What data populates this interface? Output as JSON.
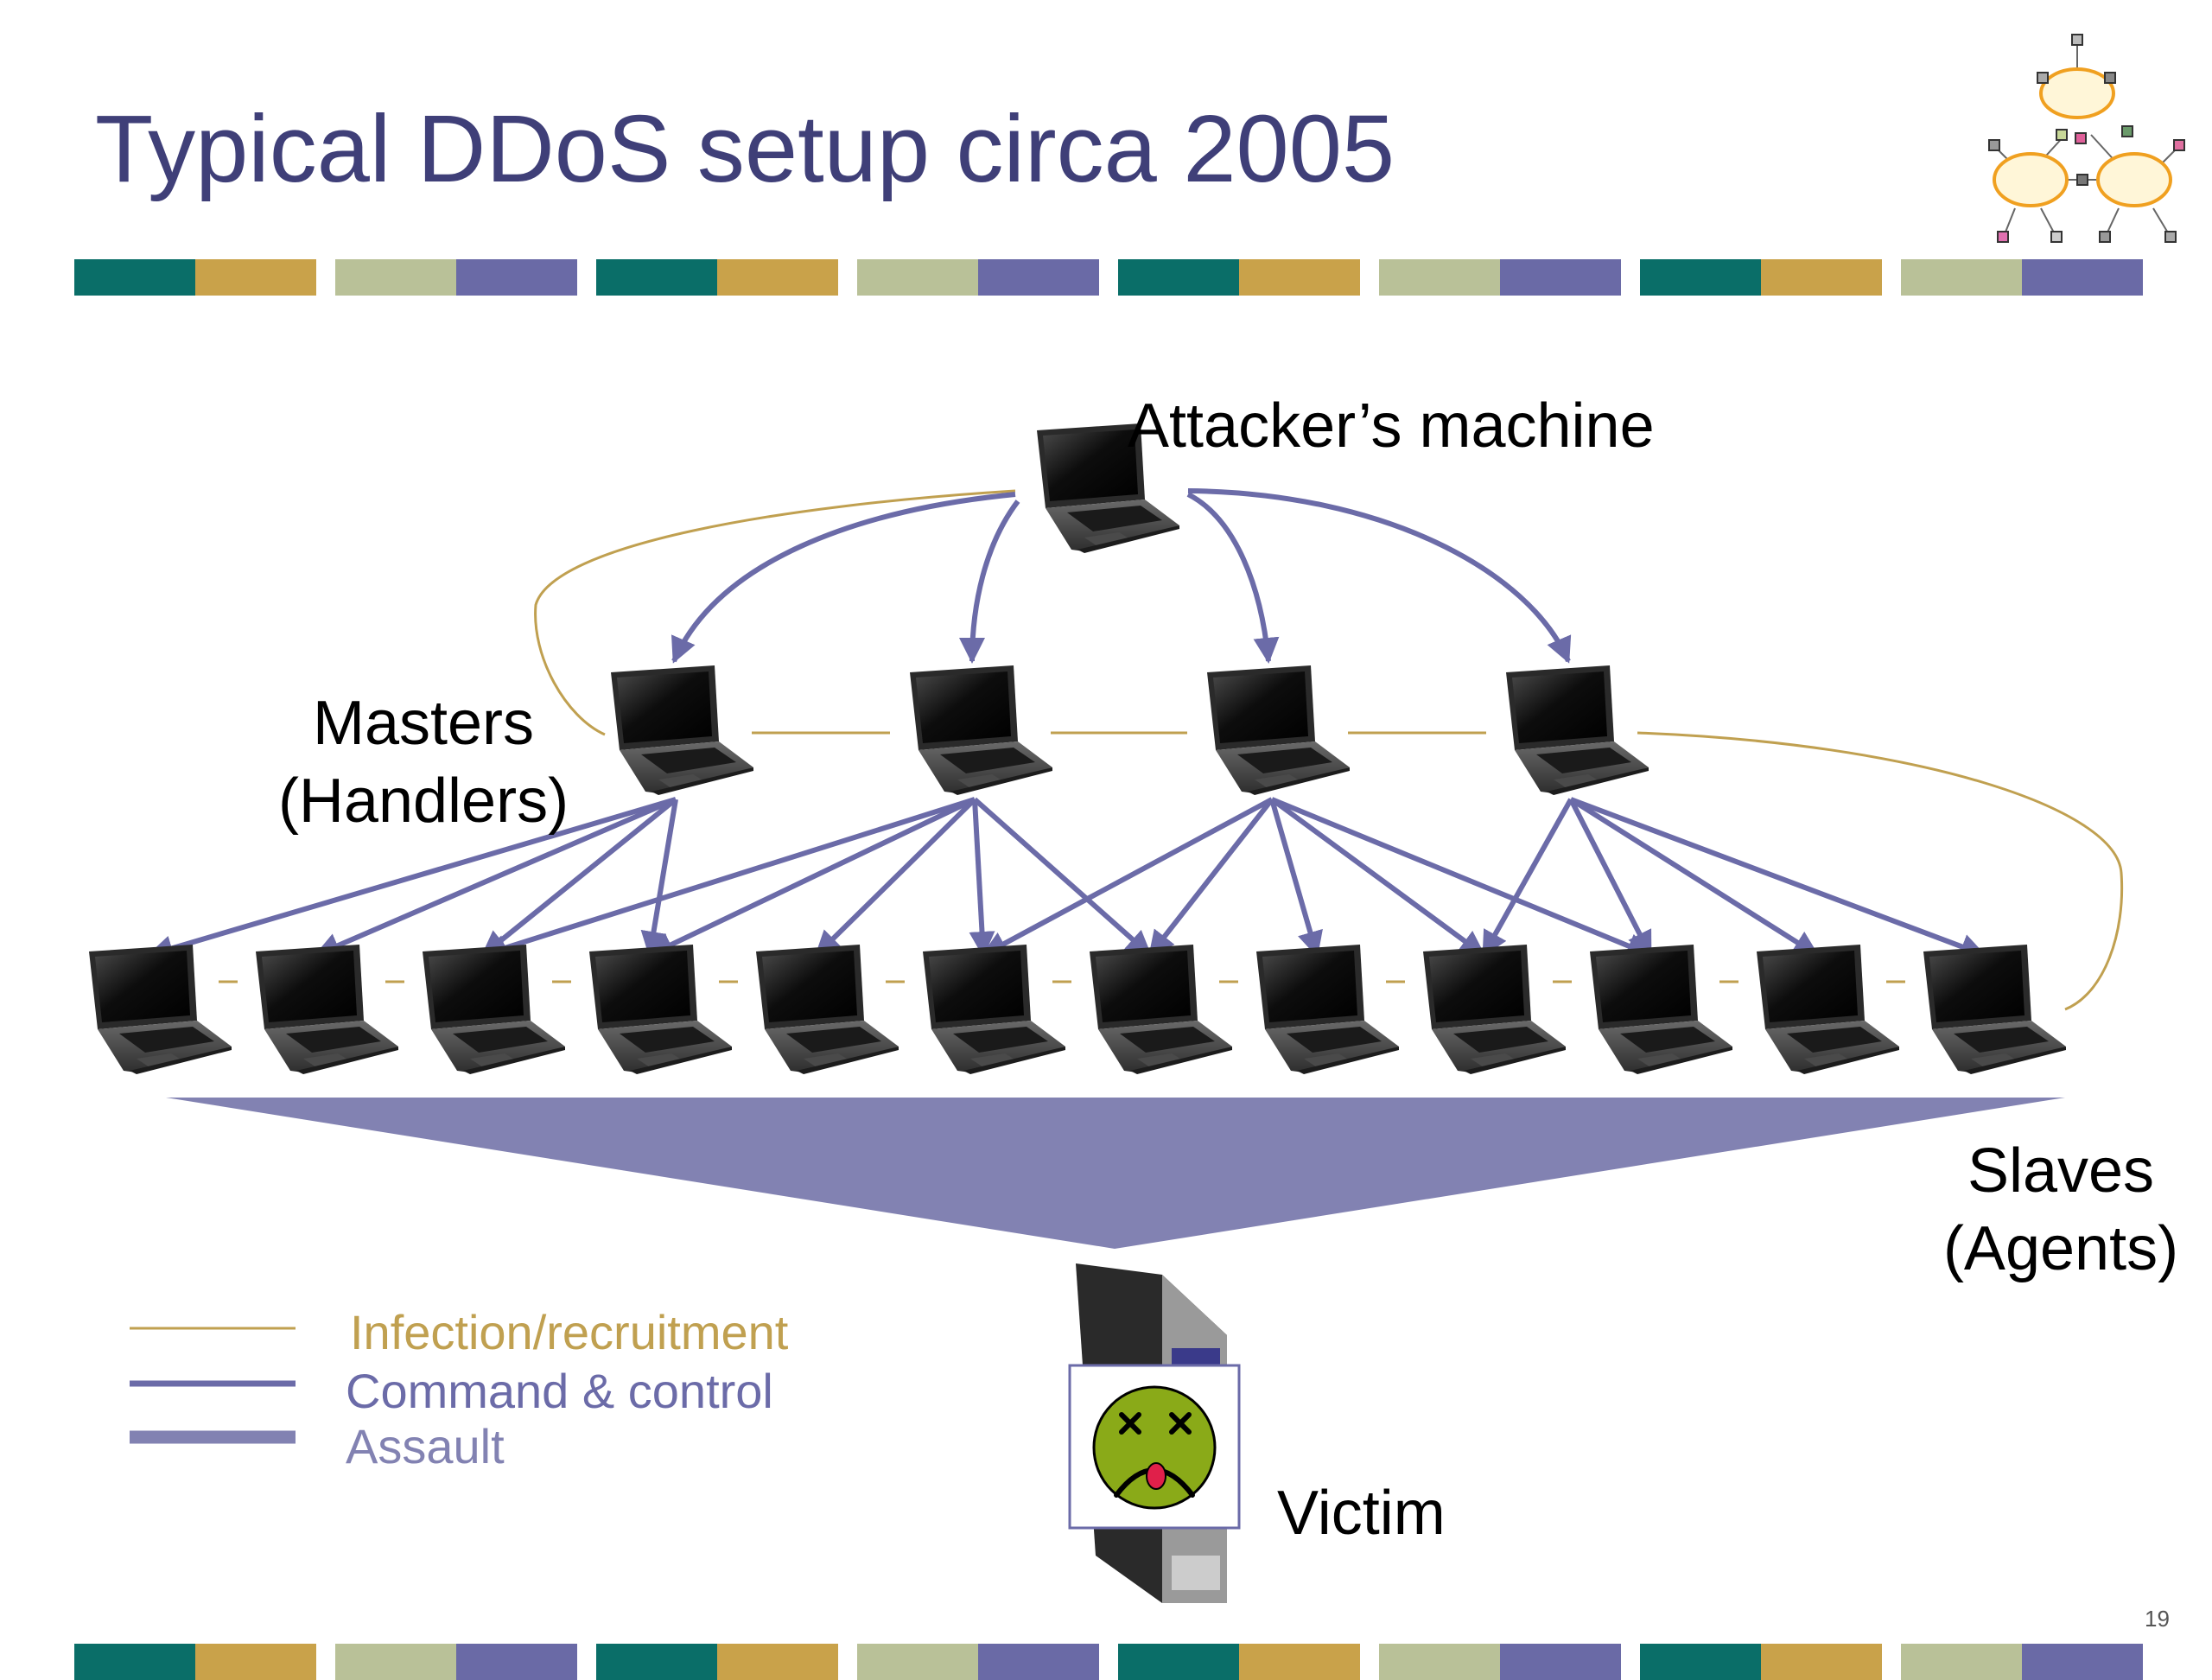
{
  "title": "Typical DDoS setup circa 2005",
  "labels": {
    "attacker": "Attacker’s machine",
    "masters_line1": "Masters",
    "masters_line2": "(Handlers)",
    "slaves_line1": "Slaves",
    "slaves_line2": "(Agents)",
    "victim": "Victim"
  },
  "legend": [
    {
      "label": "Infection/recruitment",
      "color": "#c0a050"
    },
    {
      "label": "Command & control",
      "color": "#6b6ba8"
    },
    {
      "label": "Assault",
      "color": "#8282b2"
    }
  ],
  "page_number": "19",
  "colors": {
    "title": "#3f3f78",
    "teal": "#0a6e68",
    "gold": "#c9a24a",
    "sage": "#b9c198",
    "purple": "#6a6aa6",
    "infection": "#c0a050",
    "command": "#6b6ba8",
    "assault": "#8282b2",
    "victim_face": "#8aaa18"
  },
  "icons": [
    "laptop-icon",
    "server-icon",
    "dead-face-icon",
    "network-logo"
  ],
  "counts": {
    "masters": 4,
    "slaves": 12
  }
}
